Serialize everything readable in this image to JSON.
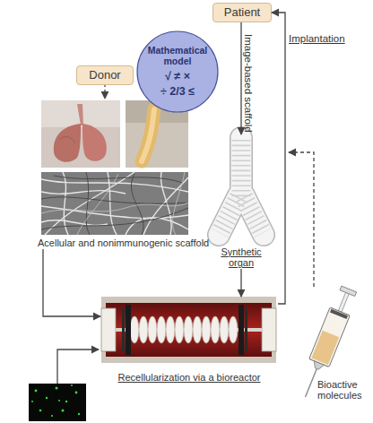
{
  "diagram": {
    "nodes": [
      {
        "text": [
          "Patient"
        ]
      },
      {
        "text": [
          "Mathematical model",
          "√ ≠ ×",
          "÷ 2/3 ≤"
        ]
      },
      {
        "text": [
          "Donor"
        ]
      },
      {
        "text": [
          "Acellular and nonimmunogenic scaffold"
        ]
      },
      {
        "text": [
          "Synthetic organ"
        ]
      },
      {
        "text": [
          "Recellularization via a bioreactor"
        ]
      },
      {
        "text": [
          "Bioactive molecules"
        ]
      }
    ],
    "edges": [
      {
        "from": 0,
        "to": 4,
        "label": "Image-based scaffold",
        "arrow": "to"
      },
      {
        "from": 2,
        "to": 3,
        "arrow": "to"
      },
      {
        "from": 3,
        "to": 5,
        "arrow": "to"
      },
      {
        "from": 4,
        "to": 5,
        "arrow": "to"
      },
      {
        "from": 5,
        "to": 0,
        "label": "Implantation",
        "arrow": "to"
      }
    ]
  }
}
